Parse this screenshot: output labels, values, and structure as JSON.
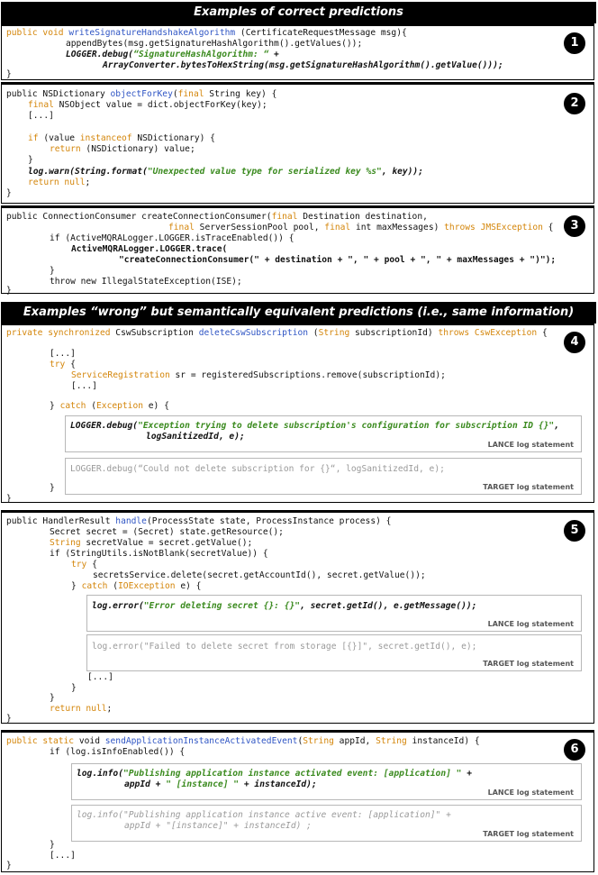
{
  "header1": "Examples of correct predictions",
  "header2": "Examples “wrong” but semantically equivalent predictions (i.e., same information)",
  "badges": [
    "1",
    "2",
    "3",
    "4",
    "5",
    "6"
  ],
  "lance_label": "LANCE log statement",
  "target_label": "TARGET log statement",
  "ex1": {
    "l1a": "public void ",
    "l1b": "writeSignatureHandshakeAlgorithm",
    "l1c": " (CertificateRequestMessage msg){",
    "l2": "appendBytes(msg.getSignatureHashAlgorithm().getValues());",
    "l3a": "LOGGER.debug(",
    "l3b": "“SignatureHashAlgorithm: “",
    "l3c": " +",
    "l4": "ArrayConverter.bytesToHexString(msg.getSignatureHashAlgorithm().getValue()));",
    "l5": "}"
  },
  "ex2": {
    "l1a": "public NSDictionary ",
    "l1b": "objectForKey",
    "l1c": "(",
    "l1d": "final",
    "l1e": " String key) {",
    "l2a": "final",
    "l2b": " NSObject value = dict.objectForKey(key);",
    "l3": "[...]",
    "l4a": "if",
    "l4b": " (value ",
    "l4c": "instanceof",
    "l4d": " NSDictionary) {",
    "l5a": "return",
    "l5b": " (NSDictionary) value;",
    "l6": "}",
    "l7a": "log.warn(String.format(",
    "l7b": "\"Unexpected value type for serialized key %s\"",
    "l7c": ", key));",
    "l8a": "return",
    "l8b": " null",
    "l8c": ";",
    "l9": "}"
  },
  "ex3": {
    "l1a": "public ConnectionConsumer createConnectionConsumer(",
    "l1b": "final",
    "l1c": " Destination destination,",
    "l2a": "final",
    "l2b": " ServerSessionPool pool, ",
    "l2c": "final",
    "l2d": " int maxMessages) ",
    "l2e": "throws JMSException",
    "l2f": " {",
    "l3": "if (ActiveMQRALogger.LOGGER.isTraceEnabled()) {",
    "l4": "ActiveMQRALogger.LOGGER.trace(",
    "l5": "\"createConnectionConsumer(\" + destination + \", \" + pool + \", \" + maxMessages + \")\");",
    "l6": "}",
    "l7": "throw new IllegalStateException(ISE);",
    "l8": "}"
  },
  "ex4": {
    "l1a": "private synchronized",
    "l1b": " CswSubscription ",
    "l1c": "deleteCswSubscription",
    "l1d": " (",
    "l1e": "String",
    "l1f": " subscriptionId) ",
    "l1g": "throws CswException",
    "l1h": " {",
    "l2": "[...]",
    "l3a": "try",
    "l3b": " {",
    "l4a": "ServiceRegistration",
    "l4b": " sr = registeredSubscriptions.remove(subscriptionId);",
    "l5": "[...]",
    "l6a": "} ",
    "l6b": "catch",
    "l6c": " (",
    "l6d": "Exception",
    "l6e": " e) {",
    "lance1a": "LOGGER.debug(",
    "lance1b": "\"Exception trying to delete subscription's configuration for subscription ID {}\"",
    "lance1c": ",",
    "lance2": "logSanitizedId, e);",
    "target1": "LOGGER.debug(“Could not delete subscription for {}“, logSanitizedId, e);",
    "l7": "}",
    "l8": "}"
  },
  "ex5": {
    "l1a": "public HandlerResult ",
    "l1b": "handle",
    "l1c": "(ProcessState state, ProcessInstance process) {",
    "l2": "Secret secret = (Secret) state.getResource();",
    "l3a": "String",
    "l3b": " secretValue = secret.getValue();",
    "l4": "if (StringUtils.isNotBlank(secretValue)) {",
    "l5a": "try",
    "l5b": " {",
    "l6": "secretsService.delete(secret.getAccountId(), secret.getValue());",
    "l7a": "} ",
    "l7b": "catch",
    "l7c": " (",
    "l7d": "IOException",
    "l7e": " e) {",
    "lance1a": "log.error(",
    "lance1b": "\"Error deleting secret {}: {}\"",
    "lance1c": ", secret.getId(), e.getMessage());",
    "target1": "log.error(\"Failed to delete secret from storage [{}]\", secret.getId(), e);",
    "l8": "[...]",
    "l9": "}",
    "l10": "}",
    "l11a": "return",
    "l11b": " null",
    "l11c": ";",
    "l12": "}"
  },
  "ex6": {
    "l1a": "public static",
    "l1b": " void ",
    "l1c": "sendApplicationInstanceActivatedEvent",
    "l1d": "(",
    "l1e": "String",
    "l1f": " appId, ",
    "l1g": "String",
    "l1h": " instanceId) {",
    "l2": "if (log.isInfoEnabled()) {",
    "lance1a": "log.info(",
    "lance1b": "\"Publishing application instance activated event: [application] \"",
    "lance1c": " +",
    "lance2a": "appId + ",
    "lance2b": "\" [instance] \"",
    "lance2c": " + instanceId);",
    "target1": "log.info(\"Publishing application instance active event: [application]\" +",
    "target2": "appId + \"[instance]\" + instanceId) ;",
    "l3": "}",
    "l4": "[...]",
    "l5": "}"
  }
}
